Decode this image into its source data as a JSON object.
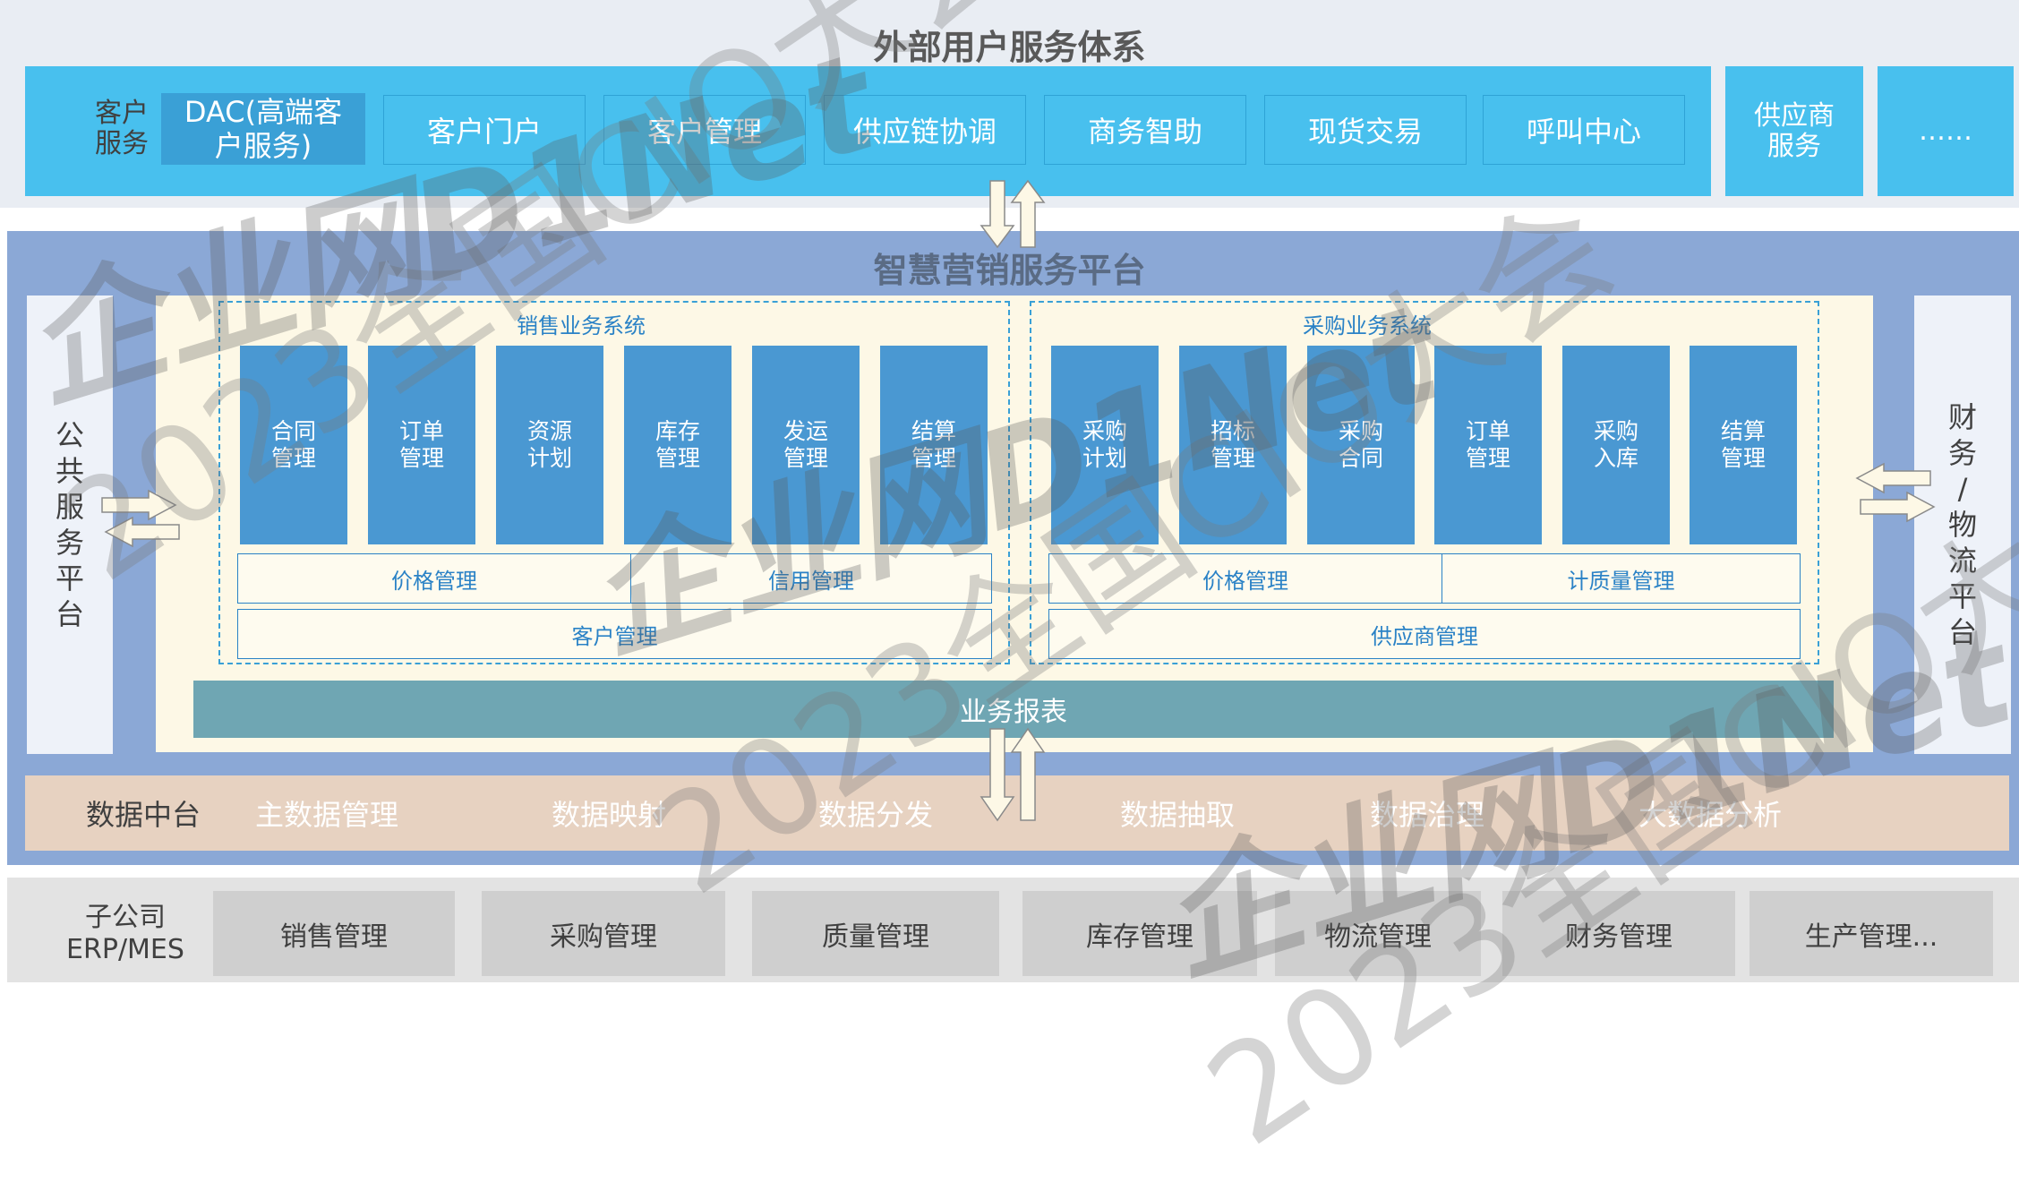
{
  "top": {
    "title": "外部用户服务体系",
    "customer_service_label": "客户\n服务",
    "dac": "DAC(高端客\n户服务)",
    "services": [
      "客户门户",
      "客户管理",
      "供应链协调",
      "商务智助",
      "现货交易",
      "呼叫中心"
    ],
    "supplier_service": "供应商\n服务",
    "more": "……"
  },
  "platform": {
    "title": "智慧营销服务平台",
    "left_pillar": "公\n共\n服\n务\n平\n台",
    "right_pillar": "财\n务\n/\n物\n流\n平\n台",
    "sales": {
      "title": "销售业务系统",
      "modules": [
        "合同\n管理",
        "订单\n管理",
        "资源\n计划",
        "库存\n管理",
        "发运\n管理",
        "结算\n管理"
      ],
      "price": "价格管理",
      "credit": "信用管理",
      "customer": "客户管理"
    },
    "purchase": {
      "title": "采购业务系统",
      "modules": [
        "采购\n计划",
        "招标\n管理",
        "采购\n合同",
        "订单\n管理",
        "采购\n入库",
        "结算\n管理"
      ],
      "price": "价格管理",
      "quality": "计质量管理",
      "supplier": "供应商管理"
    },
    "report": "业务报表"
  },
  "data_center": {
    "label": "数据中台",
    "items": [
      "主数据管理",
      "数据映射",
      "数据分发",
      "数据抽取",
      "数据治理",
      "大数据分析"
    ]
  },
  "subsidiary": {
    "label": "子公司\nERP/MES",
    "items": [
      "销售管理",
      "采购管理",
      "质量管理",
      "库存管理",
      "物流管理",
      "财务管理",
      "生产管理..."
    ]
  },
  "watermark": {
    "text": "2023全国CIO大会",
    "logo": "企业网D1Net"
  },
  "colors": {
    "accent_blue": "#48c0ee",
    "module_blue": "#4a98d2",
    "platform_bg": "#8ba8d6",
    "cream": "#fdf8e6",
    "data_bar": "#e7d2c1"
  }
}
